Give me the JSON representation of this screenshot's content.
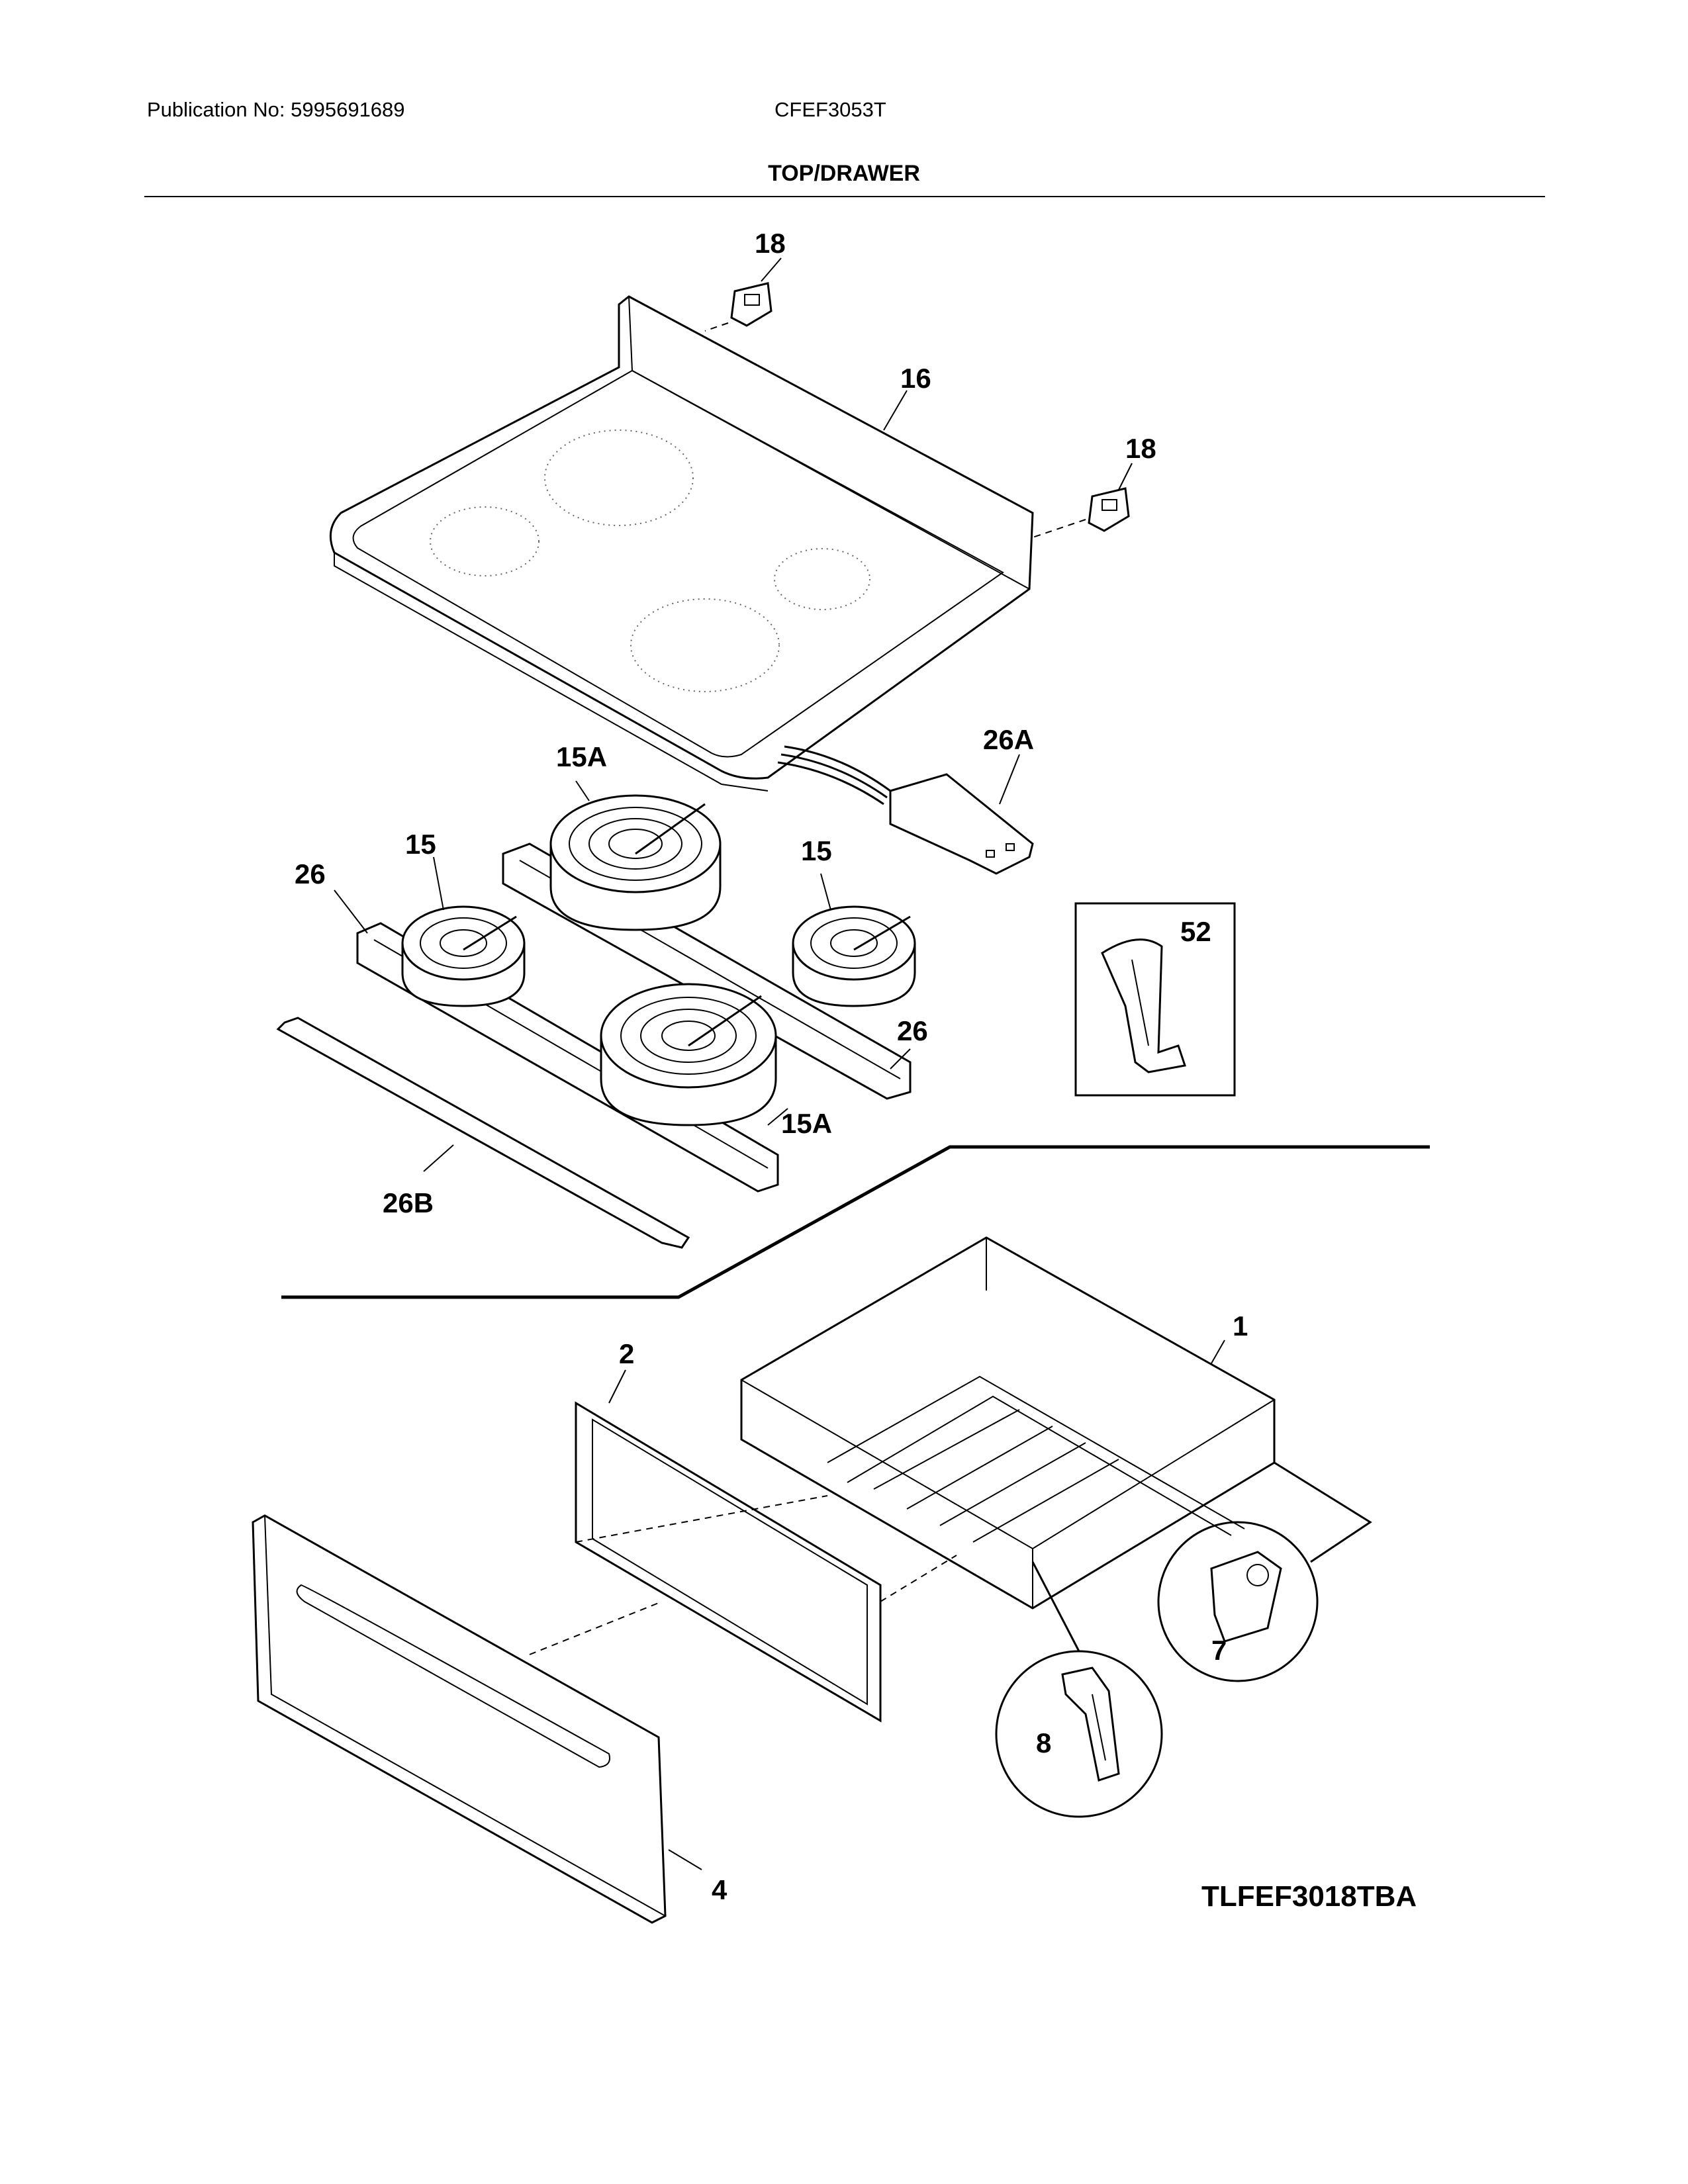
{
  "header": {
    "publication": "Publication No: 5995691689",
    "model": "CFEF3053T",
    "section_title": "TOP/DRAWER"
  },
  "callouts": {
    "bracket_left": "18",
    "bracket_right": "18",
    "cooktop": "16",
    "harness": "26A",
    "element_large_top": "15A",
    "element_small_left": "15",
    "element_small_right": "15",
    "element_large_bottom": "15A",
    "bracket_rail_left": "26",
    "bracket_rail_right": "26",
    "insulator": "52",
    "strip": "26B",
    "drawer_body": "1",
    "drawer_liner": "2",
    "drawer_front": "4",
    "roller": "7",
    "slide_clip": "8"
  },
  "footer": {
    "code": "TLFEF3018TBA"
  }
}
